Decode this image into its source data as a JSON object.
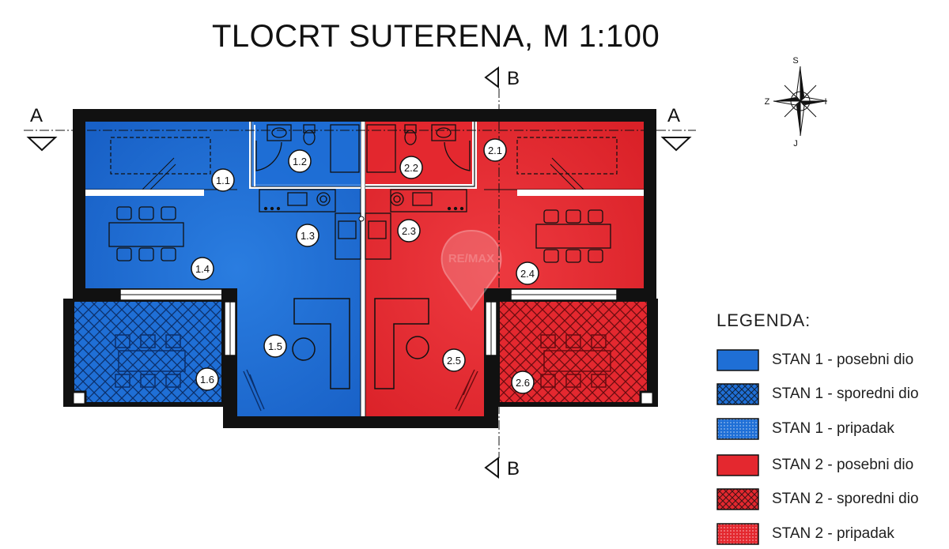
{
  "title": "TLOCRT SUTERENA, M 1:100",
  "section_markers": {
    "a": "A",
    "b": "B"
  },
  "compass": {
    "north": "S",
    "south": "J",
    "west": "Z",
    "east": "I"
  },
  "watermark": "RE/MAX",
  "rooms": [
    {
      "id": "1.1"
    },
    {
      "id": "1.2"
    },
    {
      "id": "1.3"
    },
    {
      "id": "1.4"
    },
    {
      "id": "1.5"
    },
    {
      "id": "1.6"
    },
    {
      "id": "2.1"
    },
    {
      "id": "2.2"
    },
    {
      "id": "2.3"
    },
    {
      "id": "2.4"
    },
    {
      "id": "2.5"
    },
    {
      "id": "2.6"
    }
  ],
  "legend": {
    "title": "LEGENDA:",
    "items": [
      {
        "label": "STAN 1 - posebni dio",
        "color": "#1f6fd6",
        "pattern": "solid"
      },
      {
        "label": "STAN 1 - sporedni dio",
        "color": "#1f6fd6",
        "pattern": "crosshatch"
      },
      {
        "label": "STAN 1 - pripadak",
        "color": "#1f6fd6",
        "pattern": "dots"
      },
      {
        "label": "STAN 2 - posebni dio",
        "color": "#e4282f",
        "pattern": "solid"
      },
      {
        "label": "STAN 2 - sporedni dio",
        "color": "#e4282f",
        "pattern": "crosshatch"
      },
      {
        "label": "STAN 2 - pripadak",
        "color": "#e4282f",
        "pattern": "dots"
      }
    ]
  },
  "colors": {
    "stan1": "#1f6fd6",
    "stan1_dark": "#1450a8",
    "stan2": "#e4282f",
    "stan2_dark": "#a8141b",
    "wall": "#111111"
  }
}
